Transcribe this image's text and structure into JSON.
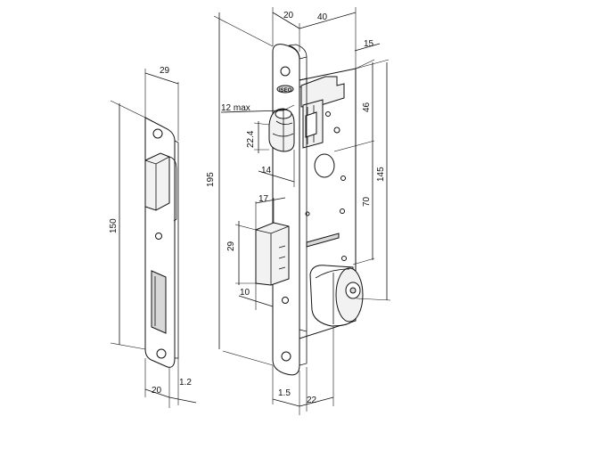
{
  "strike_plate": {
    "dim_width_top": "29",
    "dim_height": "150",
    "dim_width_bottom": "20",
    "dim_thickness": "1.2"
  },
  "lock_body": {
    "dim_faceplate": "20",
    "dim_backset": "40",
    "dim_latch_offset": "15",
    "dim_latch_max": "12 max",
    "dim_latch_height": "22.4",
    "dim_latch_projection": "14",
    "dim_total_height": "195",
    "dim_upper": "46",
    "dim_center": "145",
    "dim_spacing": "70",
    "dim_bolt_projection": "17",
    "dim_bolt_height": "29",
    "dim_bolt_offset": "10",
    "dim_face_thickness": "1.5",
    "dim_cylinder": "22",
    "logo_text": "ISEO"
  }
}
